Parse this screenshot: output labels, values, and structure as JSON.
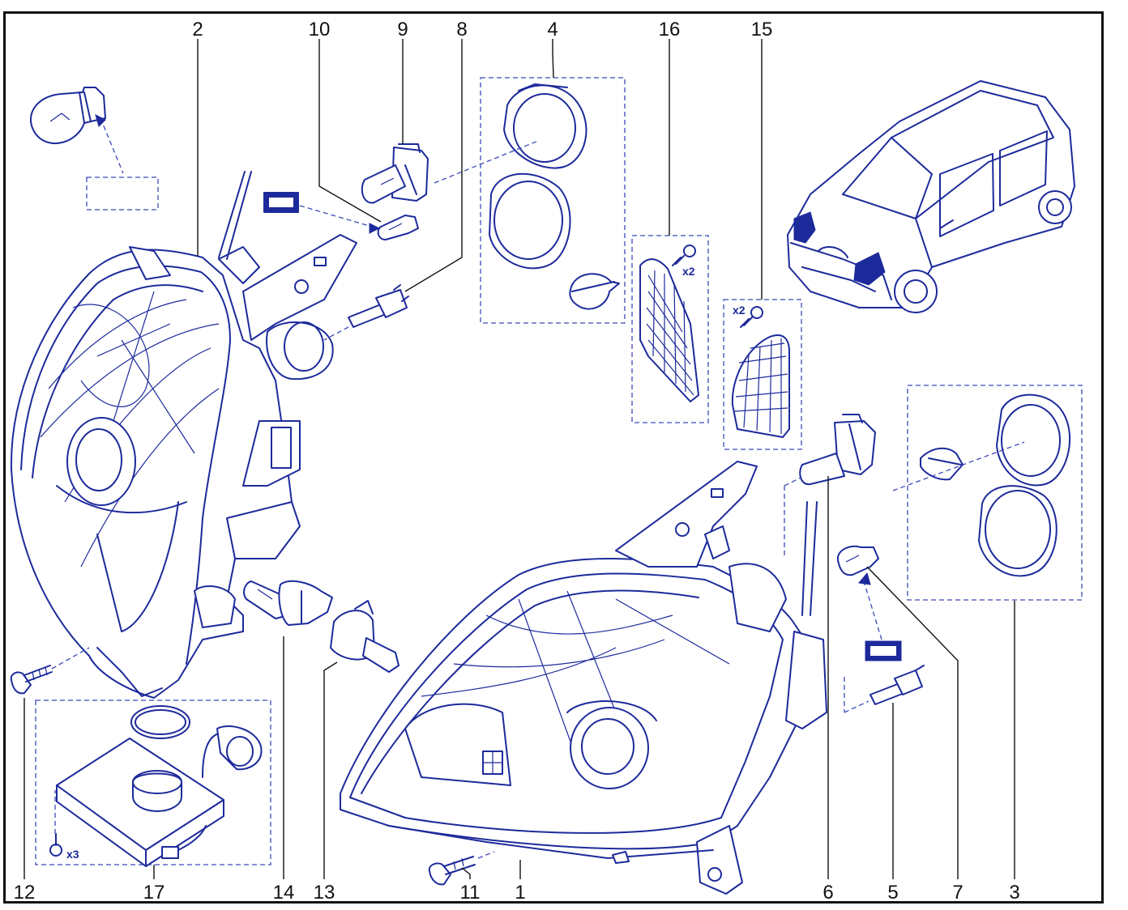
{
  "diagram": {
    "colors": {
      "line": "#1d2a9b",
      "frame": "#111111",
      "background": "#ffffff"
    },
    "callouts": [
      "1",
      "2",
      "3",
      "4",
      "5",
      "6",
      "7",
      "8",
      "9",
      "10",
      "11",
      "12",
      "13",
      "14",
      "15",
      "16",
      "17"
    ],
    "quantities": {
      "screw_16": "x2",
      "screw_15": "x2",
      "screw_17": "x3"
    }
  }
}
